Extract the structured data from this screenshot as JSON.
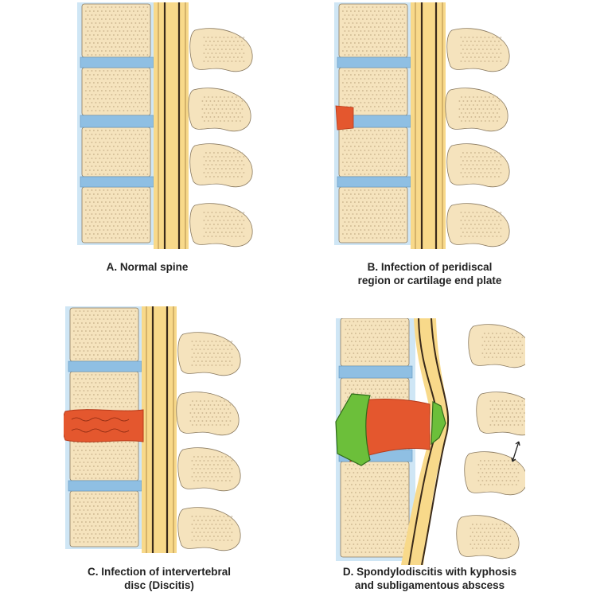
{
  "panels": [
    {
      "id": "A",
      "caption": [
        "A. Normal spine"
      ],
      "pathology": "none"
    },
    {
      "id": "B",
      "caption": [
        "B. Infection of peridiscal",
        "region or cartilage end plate"
      ],
      "pathology": "peridiscal"
    },
    {
      "id": "C",
      "caption": [
        "C. Infection of intervertebral",
        "disc (Discitis)"
      ],
      "pathology": "discitis"
    },
    {
      "id": "D",
      "caption": [
        "D. Spondylodiscitis with kyphosis",
        "and subligamentous abscess"
      ],
      "pathology": "spondylodiscitis"
    }
  ],
  "colors": {
    "bone": "#f5e3bd",
    "bone_outline": "#8a7a60",
    "disc": "#8fbfe3",
    "ligament": "#cfe6f5",
    "canal": "#f8d98a",
    "dura": "#3a2a1a",
    "infection": "#e4572e",
    "abscess": "#6cbf3a"
  }
}
